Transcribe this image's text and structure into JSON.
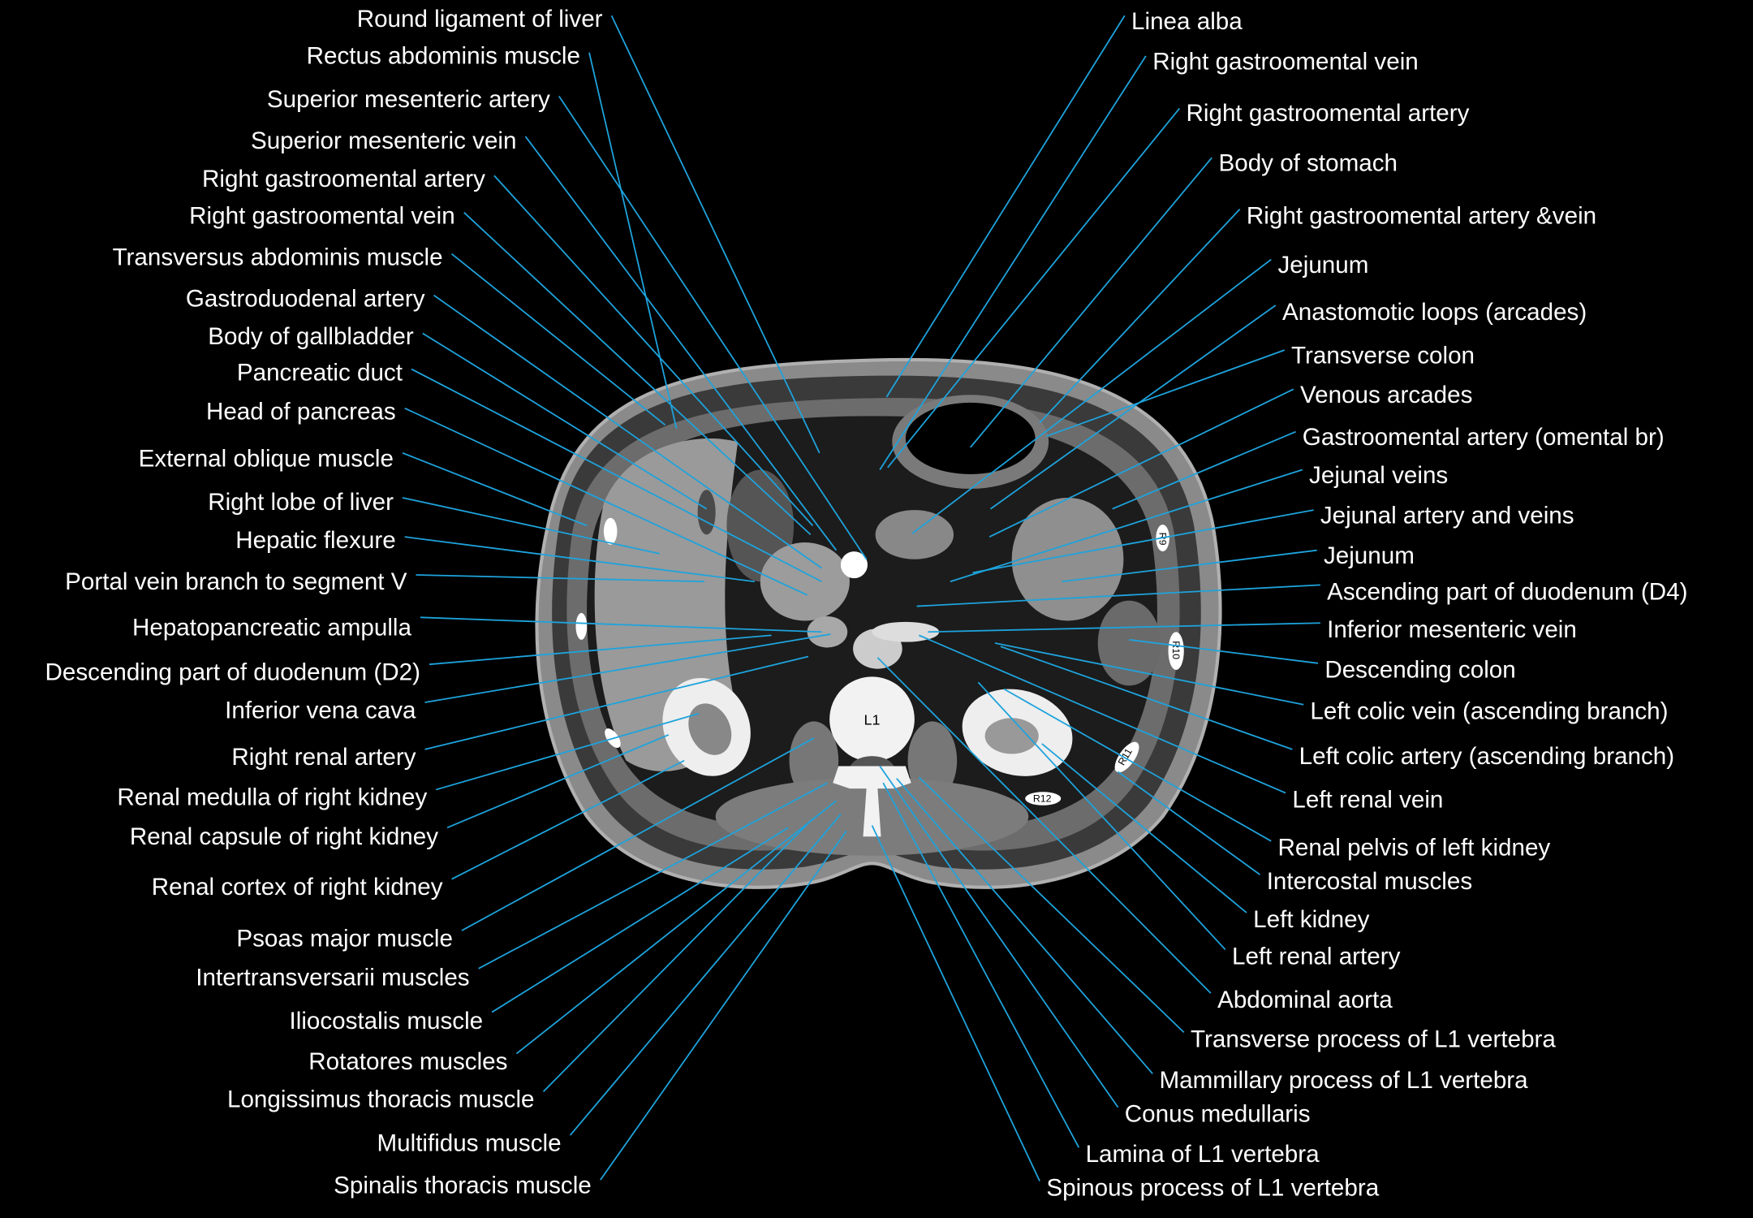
{
  "vertebra_label": "L1",
  "rib_labels": [
    "R9",
    "R10",
    "R11",
    "R12"
  ],
  "colors": {
    "leader": "#1ea3dc",
    "text": "#ffffff",
    "background": "#000000"
  },
  "left_labels": [
    "Round ligament of liver",
    "Rectus abdominis muscle",
    "Superior mesenteric artery",
    "Superior mesenteric vein",
    "Right gastroomental artery",
    "Right gastroomental vein",
    "Transversus abdominis muscle",
    "Gastroduodenal  artery",
    "Body of gallbladder",
    "Pancreatic duct",
    "Head of pancreas",
    "External oblique muscle",
    "Right lobe of liver",
    "Hepatic flexure",
    "Portal vein branch to segment V",
    "Hepatopancreatic ampulla",
    "Descending part of duodenum (D2)",
    "Inferior vena cava",
    "Right renal artery",
    "Renal medulla of right kidney",
    "Renal capsule of right kidney",
    "Renal cortex of right kidney",
    "Psoas major muscle",
    "Intertransversarii muscles",
    "Iliocostalis muscle",
    "Rotatores muscles",
    "Longissimus thoracis muscle",
    "Multifidus muscle",
    "Spinalis thoracis muscle"
  ],
  "right_labels": [
    "Linea alba",
    "Right gastroomental vein",
    "Right gastroomental artery",
    "Body of stomach",
    "Right gastroomental artery &vein",
    "Jejunum",
    "Anastomotic loops (arcades)",
    "Transverse colon",
    "Venous arcades",
    "Gastroomental artery (omental br)",
    "Jejunal veins",
    "Jejunal artery and veins",
    "Jejunum",
    "Ascending part of duodenum (D4)",
    "Inferior mesenteric vein",
    "Descending colon",
    "Left colic  vein (ascending  branch)",
    "Left colic  artery (ascending  branch)",
    "Left renal vein",
    "Renal pelvis of left kidney",
    "Intercostal muscles",
    "Left kidney",
    "Left renal artery",
    "Abdominal aorta",
    "Transverse process of L1 vertebra",
    "Mammillary process of L1 vertebra",
    "Conus medullaris",
    "Lamina of L1 vertebra",
    "Spinous process of L1 vertebra"
  ]
}
